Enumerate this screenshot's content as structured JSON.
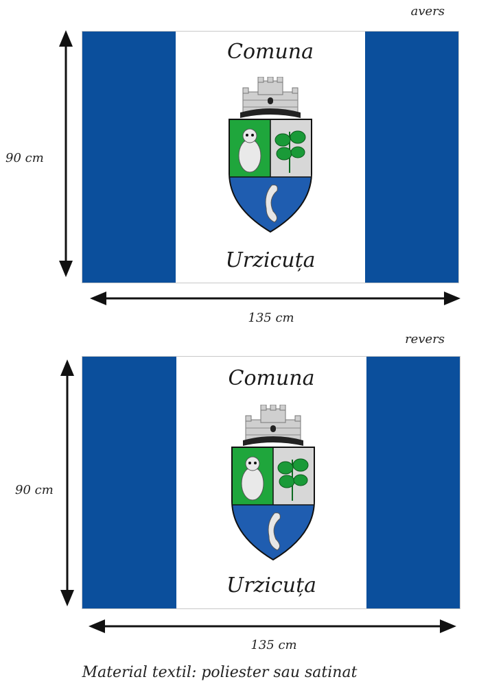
{
  "colors": {
    "blue": "#0b4f9c",
    "green": "#1fa63c",
    "silver": "#d7d7d7",
    "white": "#ffffff",
    "shield_blue": "#1f5db0",
    "dark": "#111111"
  },
  "flags": [
    {
      "side_label": "avers",
      "top_text": "Comuna",
      "bottom_text": "Urzicuța",
      "height_label": "90 cm",
      "width_label": "135 cm"
    },
    {
      "side_label": "revers",
      "top_text": "Comuna",
      "bottom_text": "Urzicuța",
      "height_label": "90 cm",
      "width_label": "135 cm"
    }
  ],
  "footer": "Material textil: poliester sau satinat"
}
